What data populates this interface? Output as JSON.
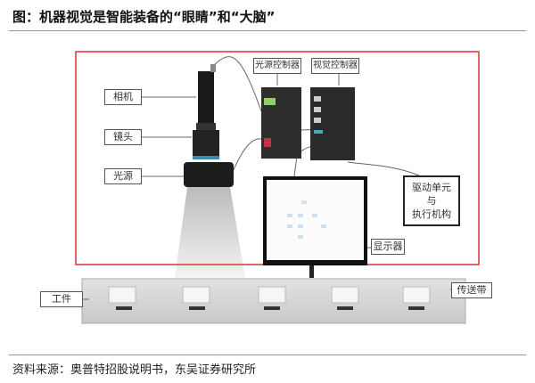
{
  "title": "图：机器视觉是智能装备的“眼睛”和“大脑”",
  "labels": {
    "camera": "相机",
    "lens": "镜头",
    "light": "光源",
    "light_controller": "光源控制器",
    "vision_controller": "视觉控制器",
    "actuator_line1": "驱动单元",
    "actuator_line2": "与",
    "actuator_line3": "执行机构",
    "monitor": "显示器",
    "workpiece": "工件",
    "conveyor": "传送带"
  },
  "source": "资料来源：奥普特招股说明书，东吴证券研究所",
  "colors": {
    "highlight_box": "#e0313a"
  }
}
